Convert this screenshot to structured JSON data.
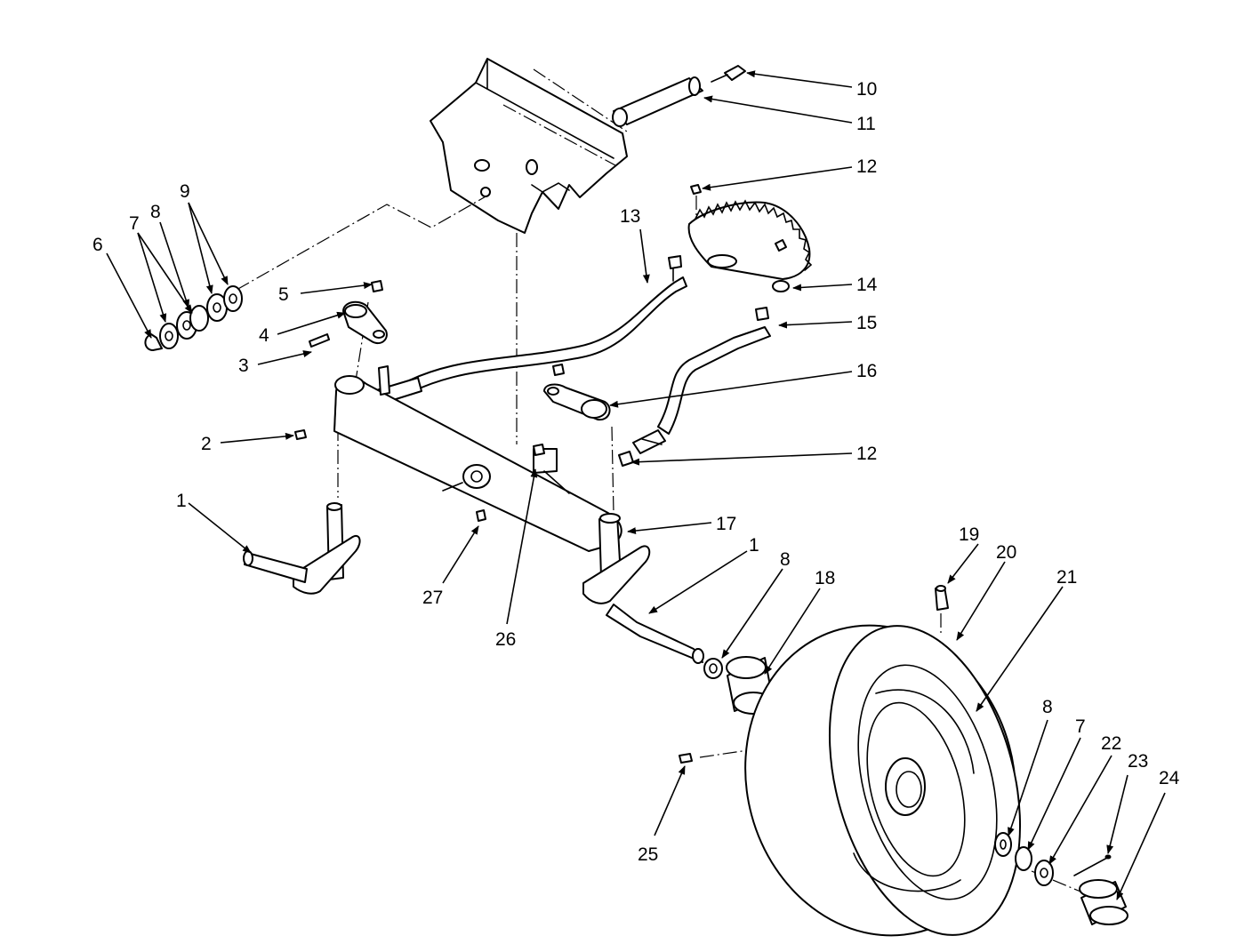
{
  "callouts": {
    "c1a": "1",
    "c1b": "1",
    "c2": "2",
    "c3": "3",
    "c4": "4",
    "c5": "5",
    "c6": "6",
    "c7a": "7",
    "c7b": "7",
    "c8a": "8",
    "c8b": "8",
    "c8c": "8",
    "c9": "9",
    "c10": "10",
    "c11": "11",
    "c12a": "12",
    "c12b": "12",
    "c13": "13",
    "c14": "14",
    "c15": "15",
    "c16": "16",
    "c17": "17",
    "c18": "18",
    "c19": "19",
    "c20": "20",
    "c21": "21",
    "c22": "22",
    "c23": "23",
    "c24": "24",
    "c25": "25",
    "c26": "26",
    "c27": "27"
  },
  "icons": {
    "arrow": "leader-arrow-icon"
  }
}
